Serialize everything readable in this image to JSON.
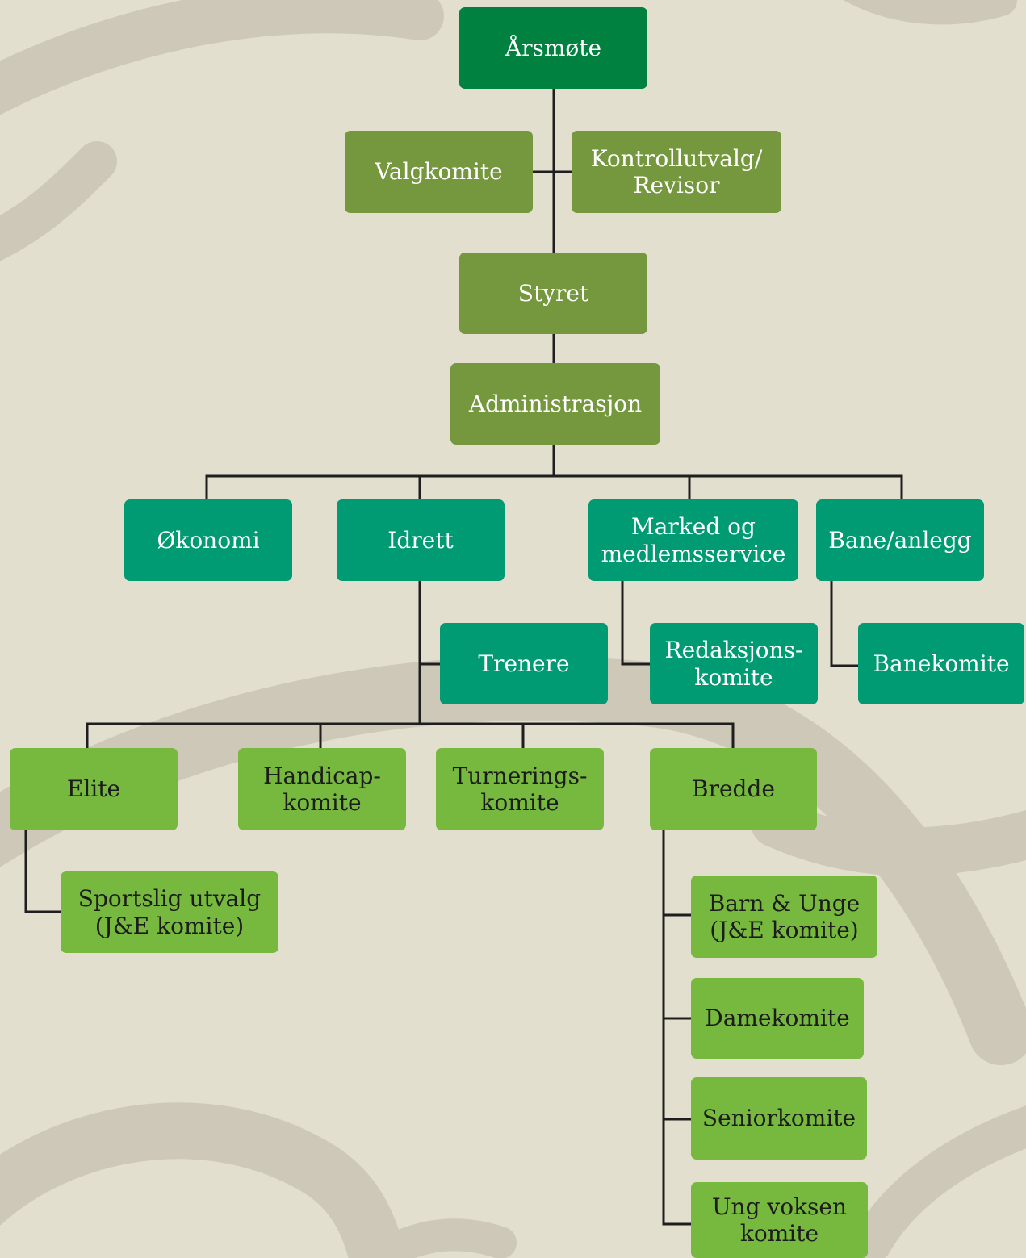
{
  "colors": {
    "background": "#e2dfcf",
    "swirl": "#cdc8b7",
    "connector": "#1e1e1e",
    "top_level": "#008140",
    "governance": "#75983e",
    "departments": "#009b73",
    "committees": "#77b83f"
  },
  "nodes": {
    "arsmote": "Årsmøte",
    "valgkomite": "Valgkomite",
    "kontrollutvalg": "Kontrollutvalg/\nRevisor",
    "styret": "Styret",
    "administrasjon": "Administrasjon",
    "okonomi": "Økonomi",
    "idrett": "Idrett",
    "marked": "Marked og\nmedlemsservice",
    "bane": "Bane/anlegg",
    "trenere": "Trenere",
    "redaksjon": "Redaksjons-\nkomite",
    "banekomite": "Banekomite",
    "elite": "Elite",
    "handicap": "Handicap-\nkomite",
    "turnering": "Turnerings-\nkomite",
    "bredde": "Bredde",
    "sportslig": "Sportslig utvalg\n(J&E komite)",
    "barn": "Barn & Unge\n(J&E komite)",
    "dame": "Damekomite",
    "senior": "Seniorkomite",
    "ungvoksen": "Ung voksen\nkomite"
  }
}
